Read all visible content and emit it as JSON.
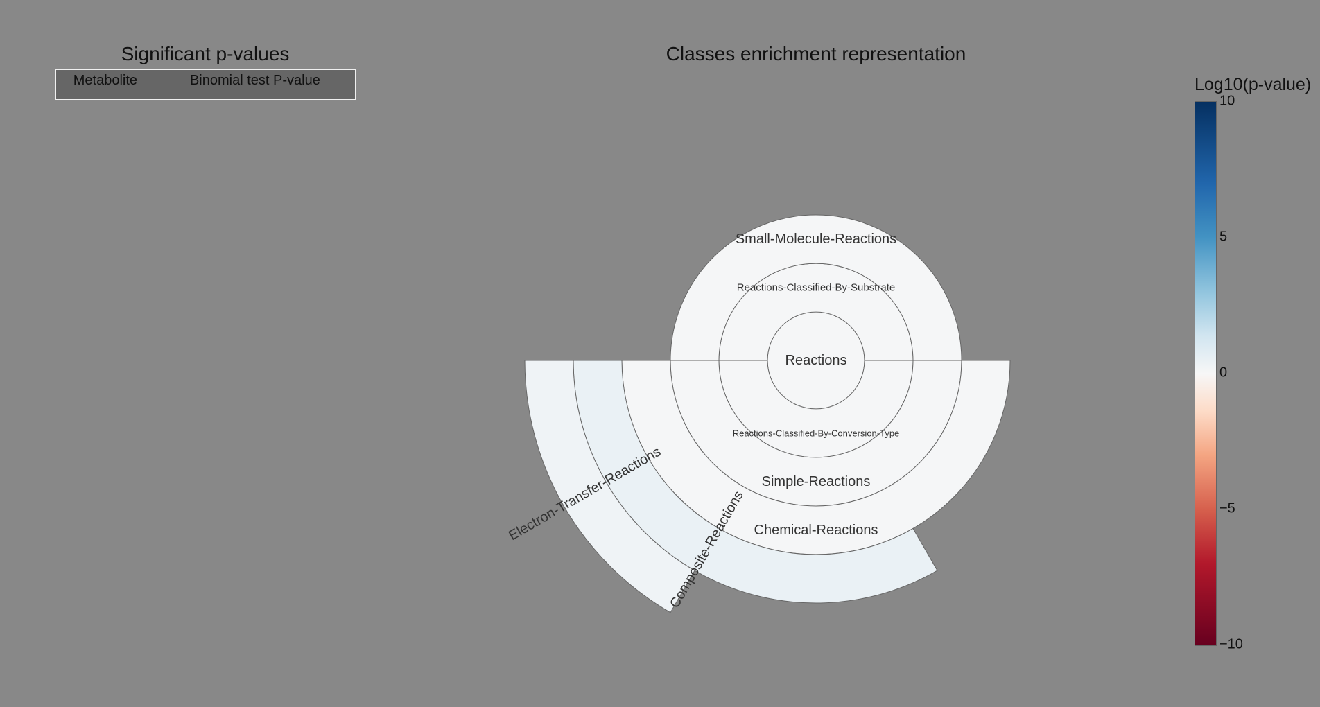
{
  "table": {
    "title": "Significant p-values",
    "columns": [
      "Metabolite",
      "Binomial test P-value"
    ],
    "rows": []
  },
  "chart_data": {
    "type": "sunburst",
    "title": "Classes enrichment representation",
    "colorscale": {
      "title": "Log10(p-value)",
      "range": [
        -10,
        10
      ],
      "ticks": [
        "10",
        "5",
        "0",
        "−5",
        "−10"
      ],
      "colors": [
        "#053061",
        "#2166ac",
        "#4393c3",
        "#92c5de",
        "#d1e5f0",
        "#f7f7f7",
        "#fddbc7",
        "#f4a582",
        "#d6604d",
        "#b2182b",
        "#67001f"
      ]
    },
    "nodes": [
      {
        "label": "Reactions",
        "parent": "",
        "value": 0.1
      },
      {
        "label": "Reactions-Classified-By-Substrate",
        "parent": "Reactions",
        "value": 0.1
      },
      {
        "label": "Small-Molecule-Reactions",
        "parent": "Reactions-Classified-By-Substrate",
        "value": 0.1
      },
      {
        "label": "Reactions-Classified-By-Conversion-Type",
        "parent": "Reactions",
        "value": 0.1
      },
      {
        "label": "Simple-Reactions",
        "parent": "Reactions-Classified-By-Conversion-Type",
        "value": 0.1
      },
      {
        "label": "Chemical-Reactions",
        "parent": "Simple-Reactions",
        "value": 0.1
      },
      {
        "label": "Composite-Reactions",
        "parent": "Chemical-Reactions",
        "value": 0.7
      },
      {
        "label": "Electron-Transfer-Reactions",
        "parent": "Composite-Reactions",
        "value": 0.4
      }
    ]
  }
}
